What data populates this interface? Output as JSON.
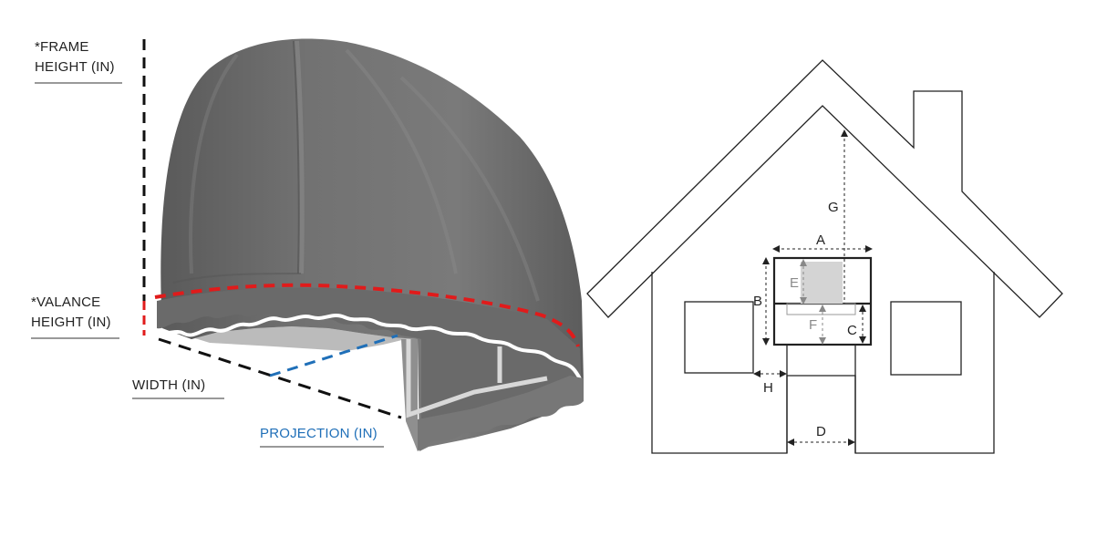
{
  "awning_labels": {
    "frame_height_line1": "*FRAME",
    "frame_height_line2": "HEIGHT (IN)",
    "valance_height_line1": "*VALANCE",
    "valance_height_line2": "HEIGHT (IN)",
    "width": "WIDTH (IN)",
    "projection": "PROJECTION (IN)"
  },
  "house_labels": {
    "a": "A",
    "b": "B",
    "c": "C",
    "d": "D",
    "e": "E",
    "f": "F",
    "g": "G",
    "h": "H"
  },
  "colors": {
    "awning_fabric": "#6f6f6f",
    "frame_height_line": "#111111",
    "valance_line": "#e01b1b",
    "projection_line": "#1f6fb8",
    "width_line": "#111111",
    "label_text": "#222222",
    "projection_text": "#1f6fb8"
  }
}
